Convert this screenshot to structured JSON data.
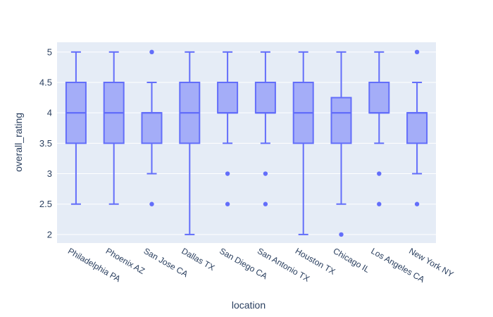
{
  "chart_data": {
    "type": "box",
    "title": "",
    "xlabel": "location",
    "ylabel": "overall_rating",
    "ylim": [
      1.86,
      5.16
    ],
    "yticks": [
      2,
      2.5,
      3,
      3.5,
      4,
      4.5,
      5
    ],
    "grid": true,
    "legend": false,
    "x_tick_angle": 30,
    "categories": [
      "Philadelphia PA",
      "Phoenix AZ",
      "San Jose CA",
      "Dallas TX",
      "San Diego CA",
      "San Antonio TX",
      "Houston TX",
      "Chicago IL",
      "Los Angeles CA",
      "New York NY"
    ],
    "boxes": [
      {
        "label": "Philadelphia PA",
        "lower_whisker": 2.5,
        "q1": 3.5,
        "median": 4,
        "q3": 4.5,
        "upper_whisker": 5,
        "outliers": []
      },
      {
        "label": "Phoenix AZ",
        "lower_whisker": 2.5,
        "q1": 3.5,
        "median": 4,
        "q3": 4.5,
        "upper_whisker": 5,
        "outliers": []
      },
      {
        "label": "San Jose CA",
        "lower_whisker": 3,
        "q1": 3.5,
        "median": 4,
        "q3": 4,
        "upper_whisker": 4.5,
        "outliers": [
          5,
          2.5
        ]
      },
      {
        "label": "Dallas TX",
        "lower_whisker": 2,
        "q1": 3.5,
        "median": 4,
        "q3": 4.5,
        "upper_whisker": 5,
        "outliers": []
      },
      {
        "label": "San Diego CA",
        "lower_whisker": 3.5,
        "q1": 4,
        "median": 4,
        "q3": 4.5,
        "upper_whisker": 5,
        "outliers": [
          3,
          2.5
        ]
      },
      {
        "label": "San Antonio TX",
        "lower_whisker": 3.5,
        "q1": 4,
        "median": 4,
        "q3": 4.5,
        "upper_whisker": 5,
        "outliers": [
          3,
          2.5
        ]
      },
      {
        "label": "Houston TX",
        "lower_whisker": 2,
        "q1": 3.5,
        "median": 4,
        "q3": 4.5,
        "upper_whisker": 5,
        "outliers": []
      },
      {
        "label": "Chicago IL",
        "lower_whisker": 2.5,
        "q1": 3.5,
        "median": 4,
        "q3": 4.25,
        "upper_whisker": 5,
        "outliers": [
          2
        ]
      },
      {
        "label": "Los Angeles CA",
        "lower_whisker": 3.5,
        "q1": 4,
        "median": 4,
        "q3": 4.5,
        "upper_whisker": 5,
        "outliers": [
          3,
          2.5
        ]
      },
      {
        "label": "New York NY",
        "lower_whisker": 3,
        "q1": 3.5,
        "median": 4,
        "q3": 4,
        "upper_whisker": 4.5,
        "outliers": [
          5,
          2.5
        ]
      }
    ],
    "colors": {
      "box_line": "#636EFA",
      "box_fill": "rgba(99,110,250,0.5)",
      "plot_background": "#E5ECF6",
      "gridline": "#FFFFFF",
      "text": "#2A3F5F"
    }
  }
}
